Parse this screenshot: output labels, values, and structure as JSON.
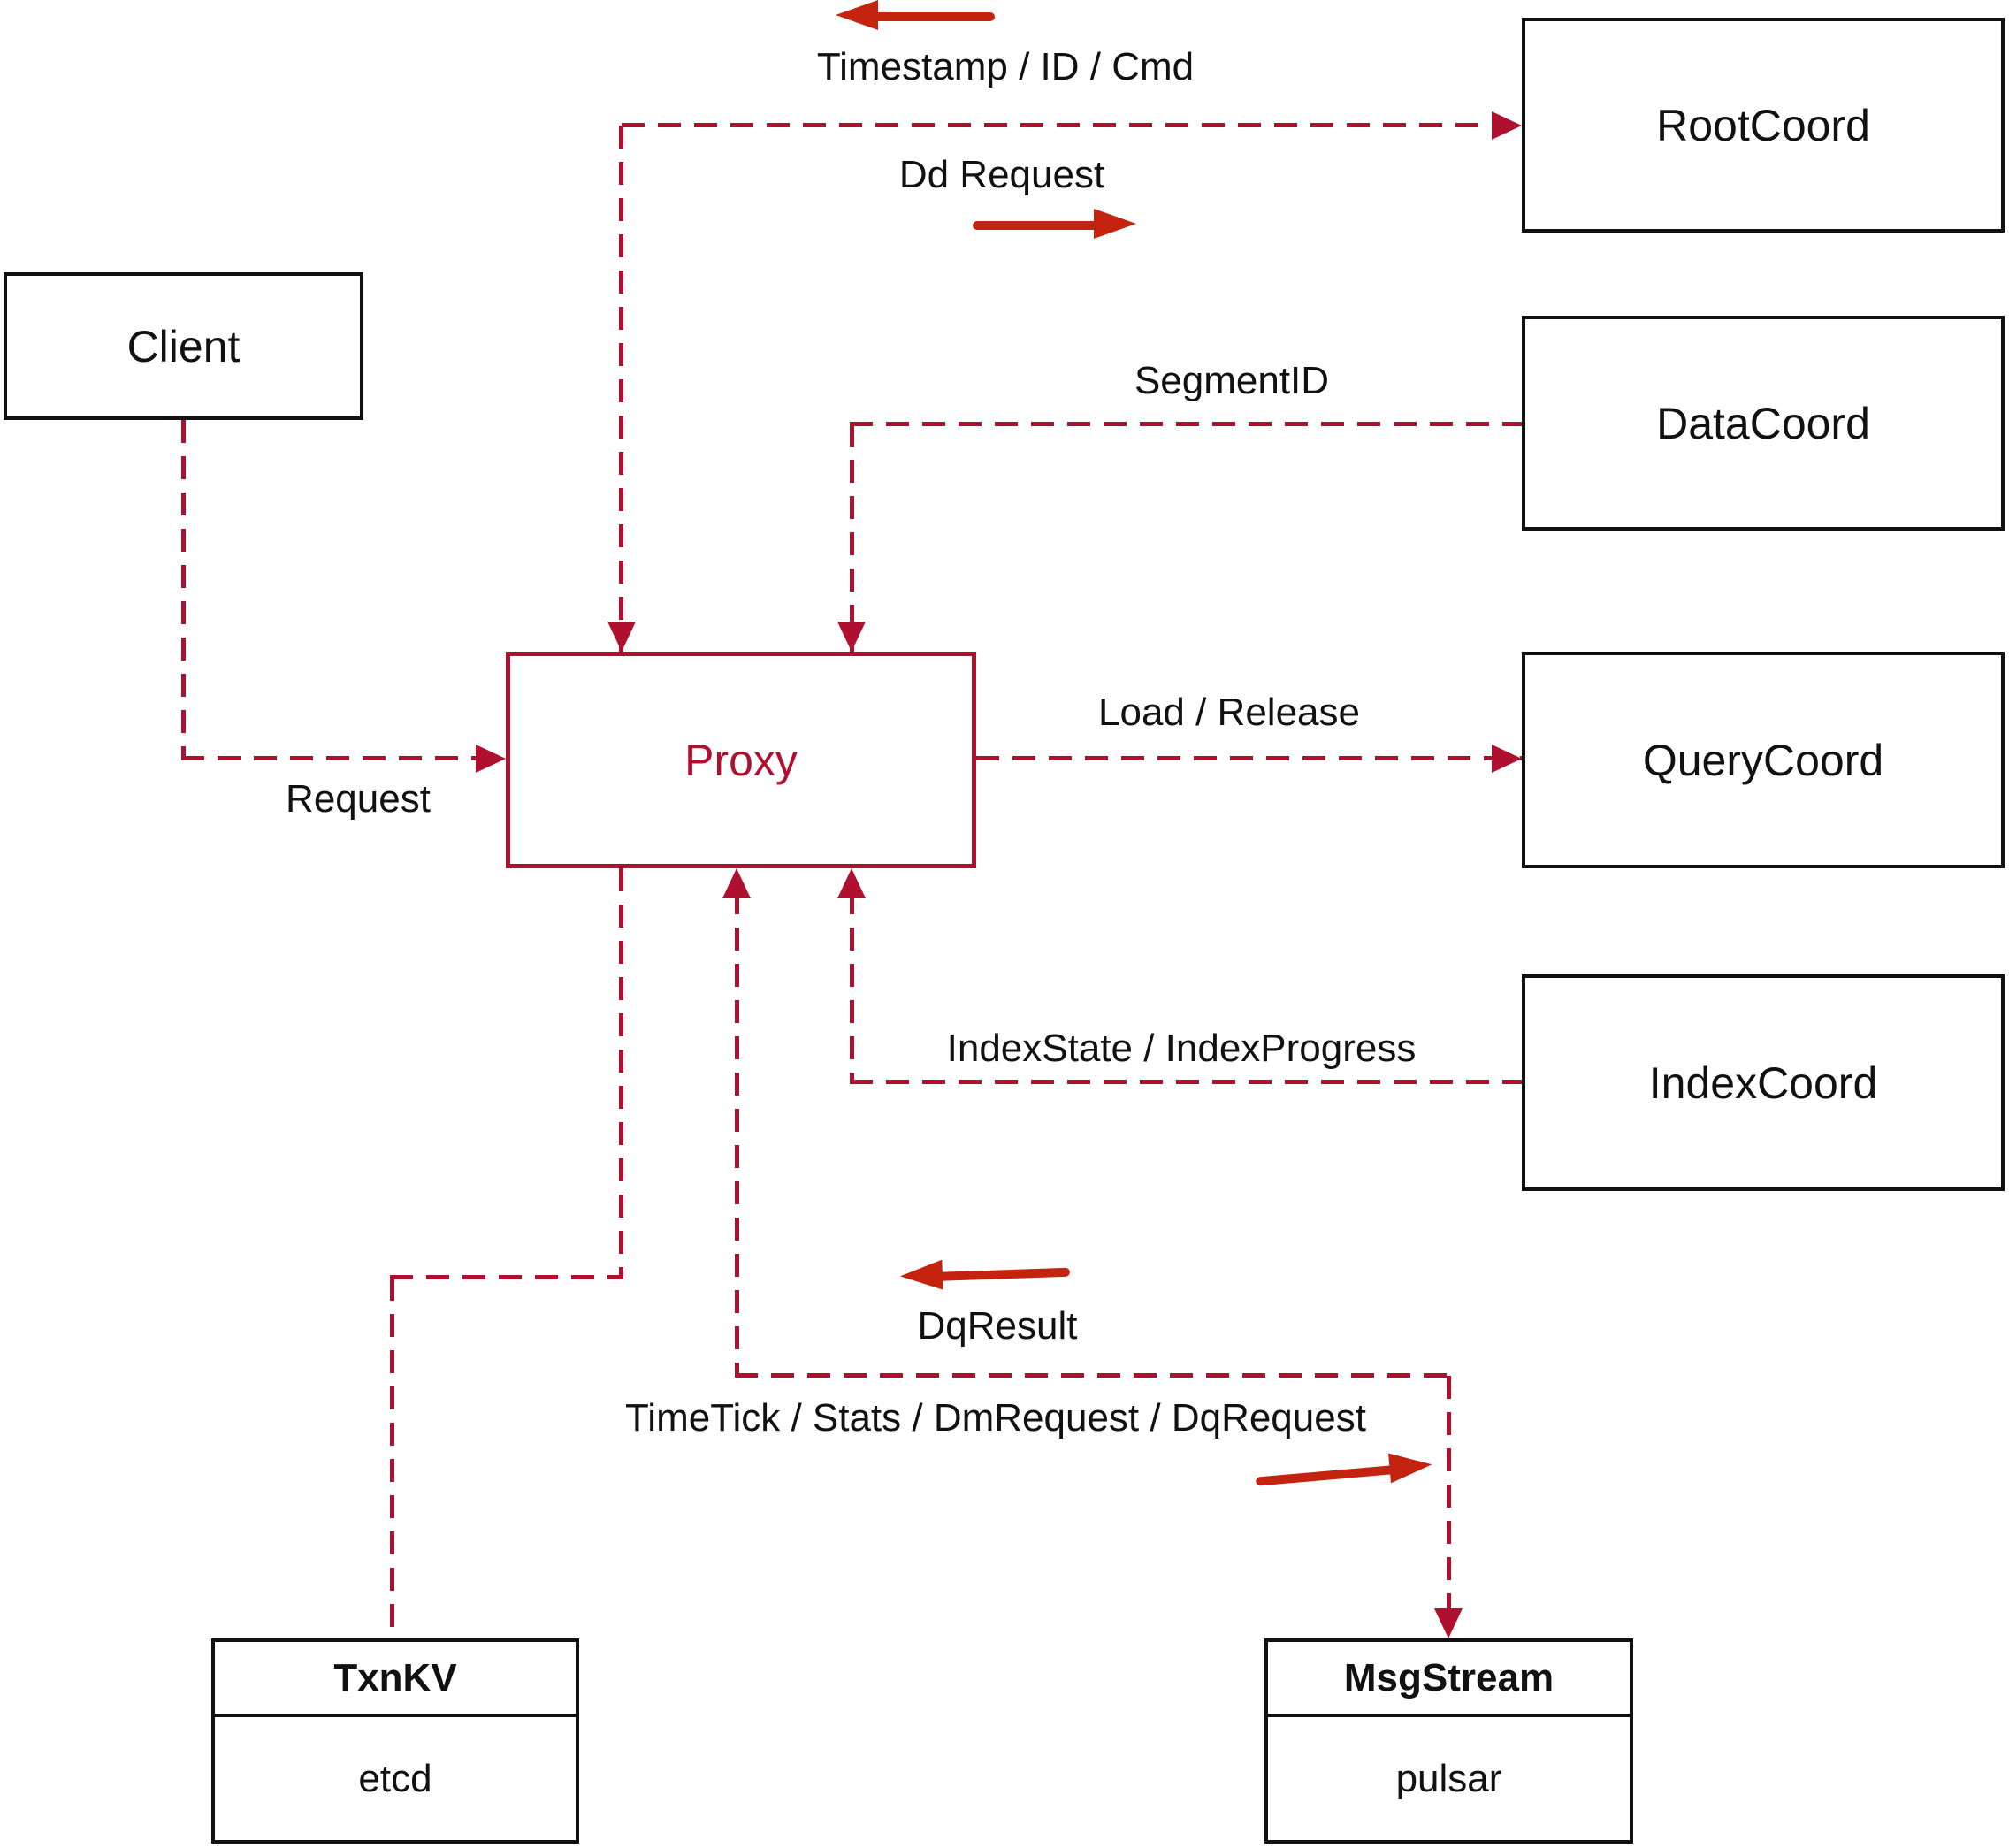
{
  "colors": {
    "line": "#b01030",
    "solid_arrow": "#c42310",
    "box_border": "#111111",
    "text": "#111111",
    "background": "#ffffff"
  },
  "nodes": {
    "client": {
      "label": "Client"
    },
    "proxy": {
      "label": "Proxy"
    },
    "rootcoord": {
      "label": "RootCoord"
    },
    "datacoord": {
      "label": "DataCoord"
    },
    "querycoord": {
      "label": "QueryCoord"
    },
    "indexcoord": {
      "label": "IndexCoord"
    },
    "txnkv": {
      "title": "TxnKV",
      "subtitle": "etcd"
    },
    "msgstream": {
      "title": "MsgStream",
      "subtitle": "pulsar"
    }
  },
  "edge_labels": {
    "timestamp": "Timestamp / ID / Cmd",
    "dd_request": "Dd Request",
    "segment_id": "SegmentID",
    "load_release": "Load / Release",
    "index_state": "IndexState / IndexProgress",
    "request": "Request",
    "dq_result": "DqResult",
    "timetick": "TimeTick / Stats / DmRequest / DqRequest"
  }
}
